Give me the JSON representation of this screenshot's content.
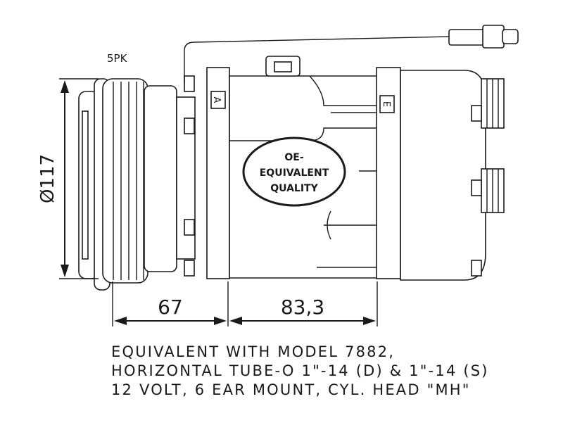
{
  "labels": {
    "belt_type": "5PK",
    "diameter": "Ø117",
    "dim_clutch": "67",
    "dim_body": "83,3",
    "front_mark": "A",
    "rear_mark": "E"
  },
  "stamp": {
    "line1": "OE-",
    "line2": "EQUIVALENT",
    "line3": "QUALITY"
  },
  "spec_lines": [
    "EQUIVALENT WITH MODEL 7882,",
    "HORIZONTAL TUBE-O 1\"-14 (D) & 1\"-14 (S)",
    "12 VOLT, 6 EAR MOUNT, CYL. HEAD \"MH\""
  ],
  "colors": {
    "line": "#1a1a1a",
    "background": "#ffffff"
  }
}
